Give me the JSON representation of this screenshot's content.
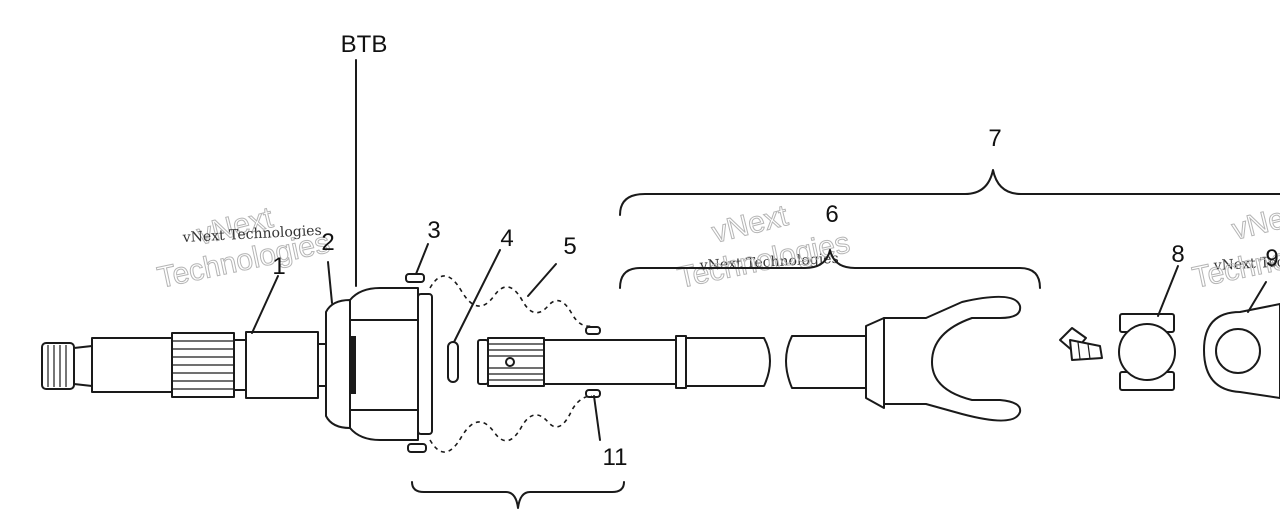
{
  "labels": {
    "btb": "BTB",
    "n1": "1",
    "n2": "2",
    "n3": "3",
    "n4": "4",
    "n5": "5",
    "n6": "6",
    "n7": "7",
    "n8": "8",
    "n9": "9",
    "n11": "11"
  },
  "watermark": {
    "line1": "vNext Technologies",
    "line2": "vNext",
    "line3": "Technologies"
  },
  "colors": {
    "ink": "#1a1a1a",
    "watermark_outline": "#b5b5b5"
  }
}
